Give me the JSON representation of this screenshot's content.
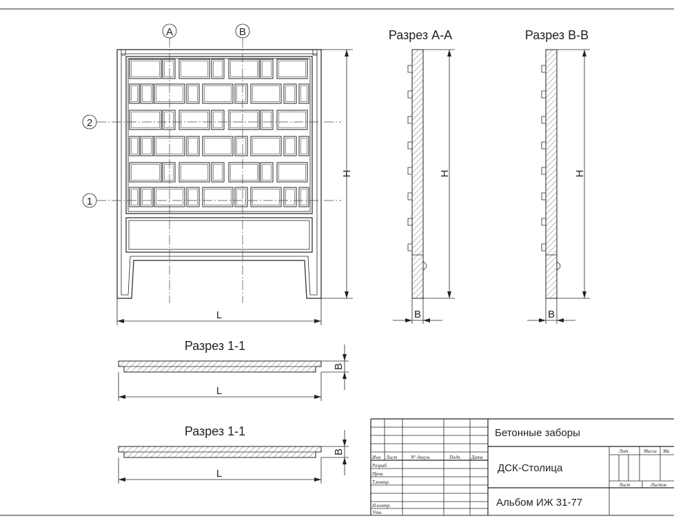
{
  "axes": {
    "marker_a": "A",
    "marker_b": "B",
    "marker_1": "1",
    "marker_2": "2"
  },
  "sections": {
    "section_aa_title": "Разрез А-А",
    "section_bb_title": "Разрез В-В",
    "section_11_title_top": "Разрез 1-1",
    "section_11_title_bottom": "Разрез 1-1"
  },
  "dimensions": {
    "length": "L",
    "height": "H",
    "width": "B"
  },
  "title_block": {
    "product_name": "Бетонные заборы",
    "organization": "ДСК-Столица",
    "album": "Альбом ИЖ 31-77",
    "col_izm": "Изм",
    "col_list": "Лист",
    "col_ndokum": "N° докум.",
    "col_podp": "Подп.",
    "col_data": "Дата",
    "row_razrab": "Разраб.",
    "row_prov": "Пров.",
    "row_tkontr": "Т.контр.",
    "row_nkontr": "Н.контр.",
    "row_utv": "Утв.",
    "lit": "Лит.",
    "massa": "Масса",
    "masshtab": "Ма",
    "list": "Лист",
    "listov": "Листов"
  }
}
